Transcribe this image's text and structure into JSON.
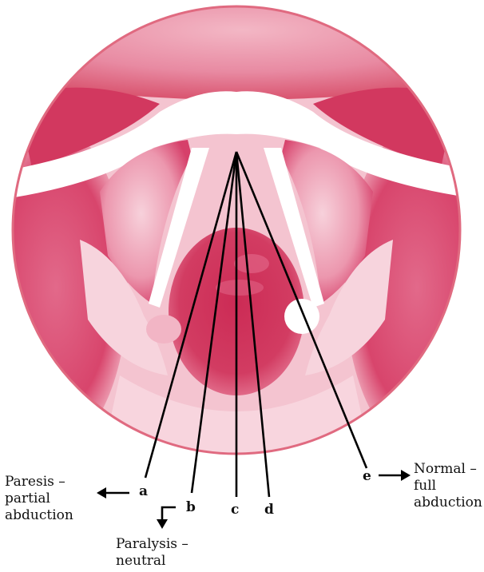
{
  "diagram": {
    "subject": "laryngoscopic view of vocal folds",
    "colors": {
      "tissue_dark": "#cf1f52",
      "tissue_mid": "#e2698a",
      "tissue_light": "#f6c6d2",
      "rim": "#e06a80",
      "line": "#000000"
    },
    "pointer_labels": {
      "a": "a",
      "b": "b",
      "c": "c",
      "d": "d",
      "e": "e"
    },
    "captions": {
      "paresis_line1": "Paresis –",
      "paresis_line2": "partial",
      "paresis_line3": "abduction",
      "paralysis_line1": "Paralysis –",
      "paralysis_line2": "neutral",
      "normal_line1": "Normal –",
      "normal_line2": "full",
      "normal_line3": "abduction"
    },
    "icons": [
      "arrow-left-icon",
      "arrow-down-icon",
      "arrow-right-icon"
    ]
  }
}
